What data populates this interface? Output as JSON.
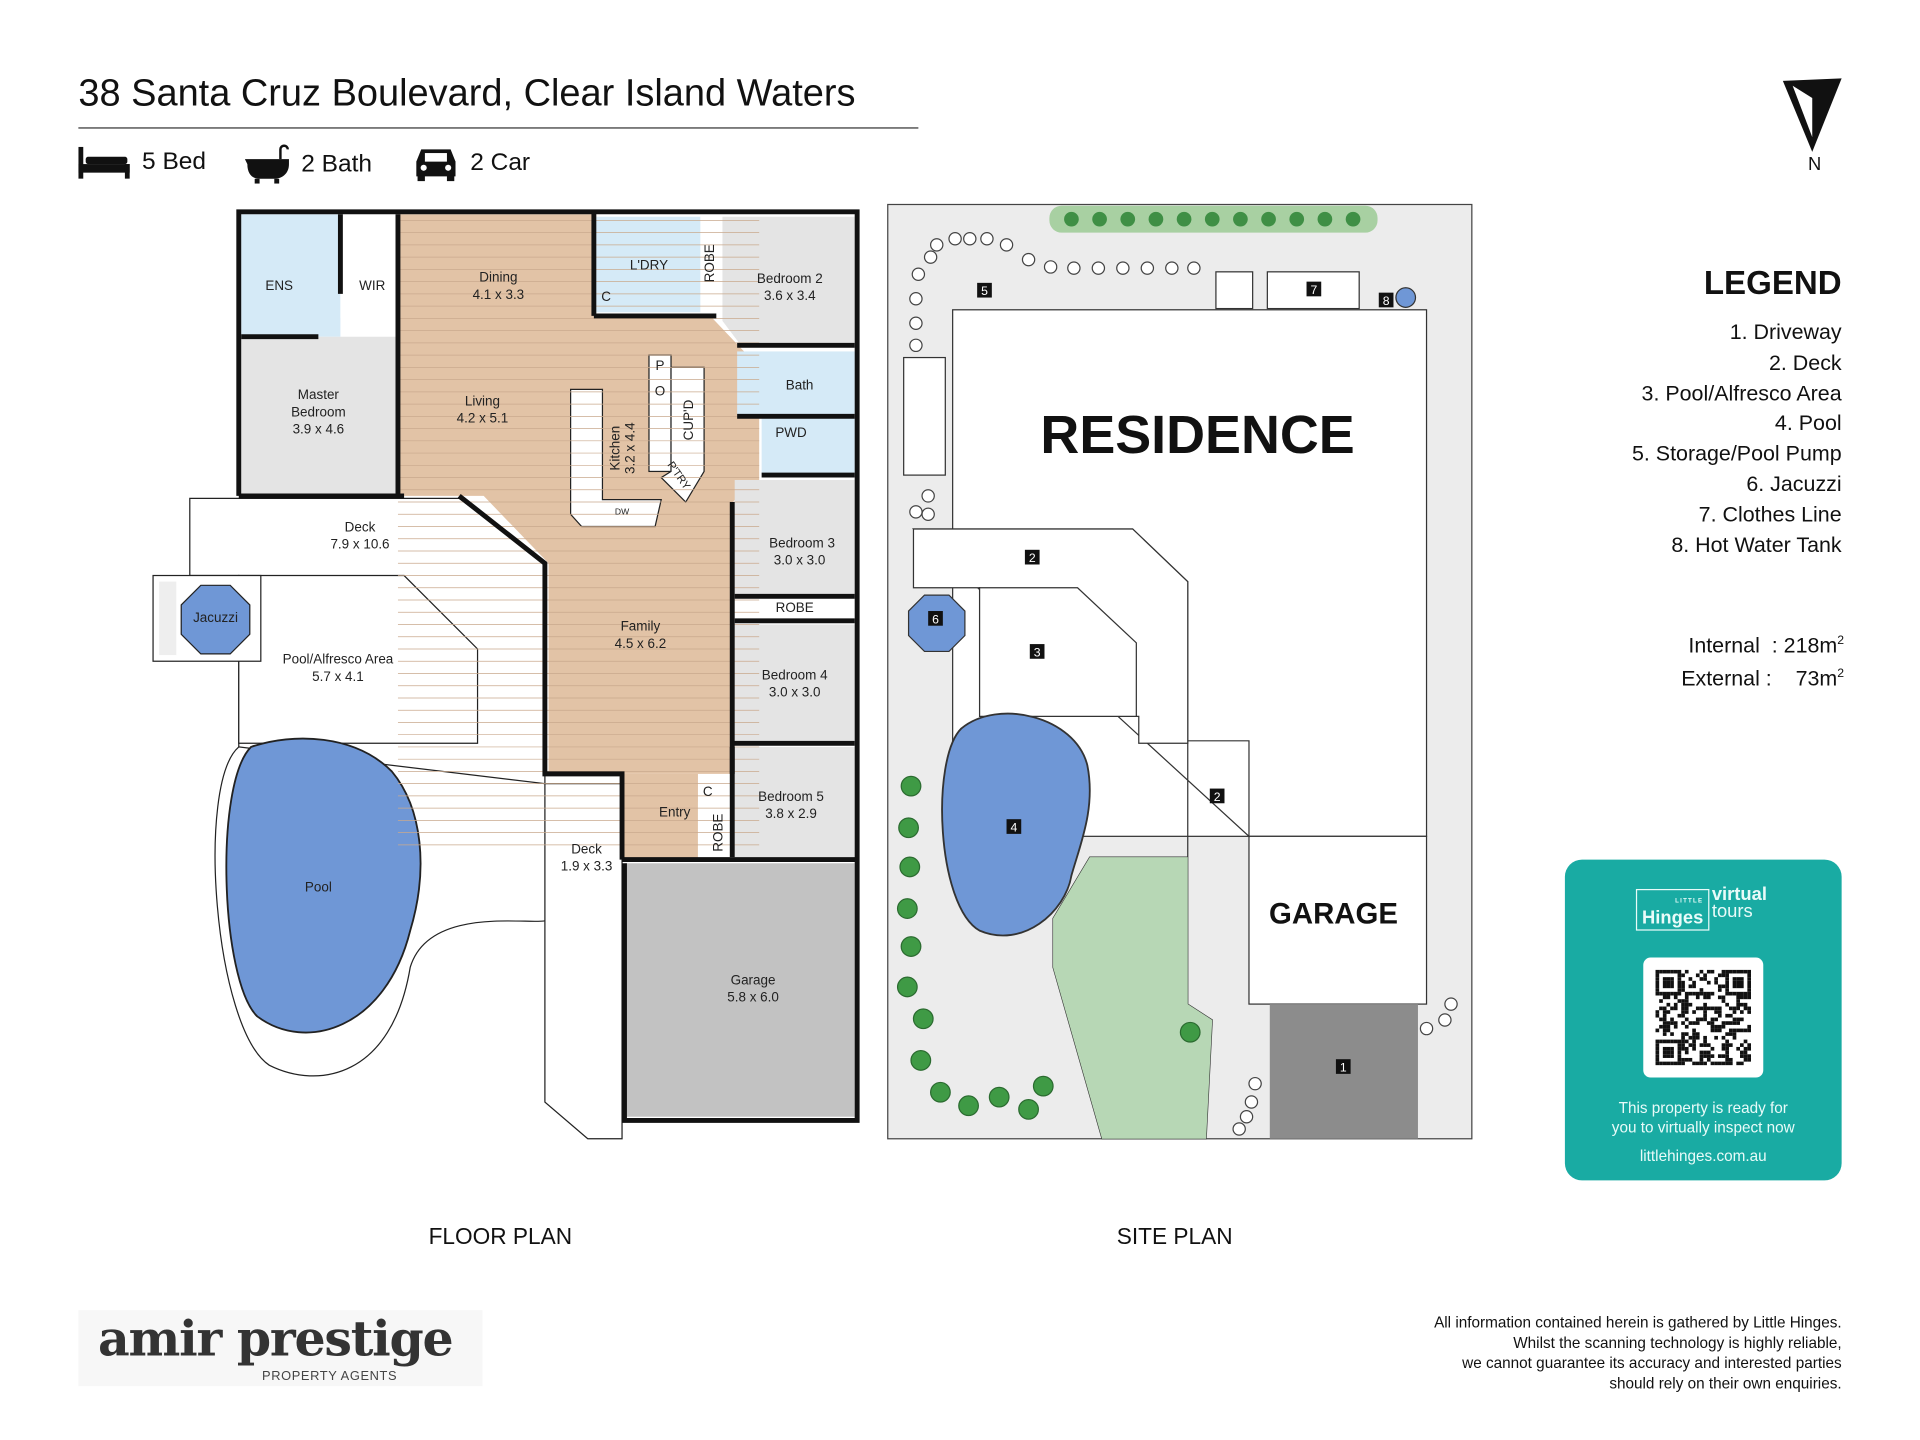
{
  "header": {
    "title": "38 Santa Cruz Boulevard, Clear Island Waters",
    "features": [
      {
        "icon": "bed-icon",
        "label": "5 Bed"
      },
      {
        "icon": "bath-icon",
        "label": "2 Bath"
      },
      {
        "icon": "car-icon",
        "label": "2 Car"
      }
    ]
  },
  "north": {
    "label": "N"
  },
  "floor_plan": {
    "caption": "FLOOR PLAN",
    "rooms": {
      "ens": "ENS",
      "wir": "WIR",
      "dining": "Dining",
      "dining_size": "4.1 x 3.3",
      "ldry": "L'DRY",
      "c1": "C",
      "robe1": "ROBE",
      "bed2": "Bedroom 2",
      "bed2_size": "3.6 x 3.4",
      "master1": "Master",
      "master2": "Bedroom",
      "master_size": "3.9 x 4.6",
      "living": "Living",
      "living_size": "4.2 x 5.1",
      "p": "P",
      "o": "O",
      "cupd": "CUP'D",
      "kitchen": "Kitchen",
      "kitchen_size": "3.2 x 4.4",
      "ptry": "P'TRY",
      "dw": "DW",
      "bath": "Bath",
      "pwd": "PWD",
      "bed3": "Bedroom 3",
      "bed3_size": "3.0 x 3.0",
      "robe2": "ROBE",
      "bed4": "Bedroom 4",
      "bed4_size": "3.0 x 3.0",
      "family": "Family",
      "family_size": "4.5 x 6.2",
      "deck": "Deck",
      "deck_size": "7.9 x 10.6",
      "jacuzzi": "Jacuzzi",
      "alfresco": "Pool/Alfresco Area",
      "alfresco_size": "5.7 x 4.1",
      "pool": "Pool",
      "entry": "Entry",
      "c2": "C",
      "robe3": "ROBE",
      "bed5": "Bedroom 5",
      "bed5_size": "3.8 x 2.9",
      "deck2": "Deck",
      "deck2_size": "1.9 x 3.3",
      "garage": "Garage",
      "garage_size": "5.8 x 6.0"
    }
  },
  "site_plan": {
    "caption": "SITE PLAN",
    "residence": "RESIDENCE",
    "garage": "GARAGE",
    "markers": [
      "1",
      "2",
      "2",
      "3",
      "4",
      "5",
      "6",
      "7",
      "8"
    ]
  },
  "legend": {
    "title": "LEGEND",
    "items": [
      "1. Driveway",
      "2. Deck",
      "3. Pool/Alfresco Area",
      "4. Pool",
      "5. Storage/Pool Pump",
      "6. Jacuzzi",
      "7. Clothes Line",
      "8. Hot Water Tank"
    ]
  },
  "areas": {
    "internal_label": "Internal",
    "internal_value": ": 218m",
    "external_label": "External :",
    "external_value": "73m",
    "unit_sup": "2"
  },
  "virtual_tour": {
    "brand_small": "LITTLE",
    "brand": "Hinges",
    "virtual": "virtual",
    "tours": "tours",
    "text1": "This property is ready for",
    "text2": "you to virtually inspect now",
    "url": "littlehinges.com.au"
  },
  "disclaimer": [
    "All information contained herein is gathered by Little Hinges.",
    "Whilst the scanning technology is highly reliable,",
    "we cannot guarantee its accuracy and interested parties",
    "should rely on their own enquiries."
  ],
  "agency": {
    "name": "amir prestige",
    "tagline": "PROPERTY AGENTS"
  },
  "colors": {
    "wood": "#e2c3a6",
    "wet": "#d5eaf7",
    "carpet": "#e4e4e4",
    "water": "#6f97d6",
    "teal": "#19aba3",
    "garage": "#c2c2c2",
    "driveway": "#8c8c8c",
    "lawn": "#b7d7b5"
  }
}
